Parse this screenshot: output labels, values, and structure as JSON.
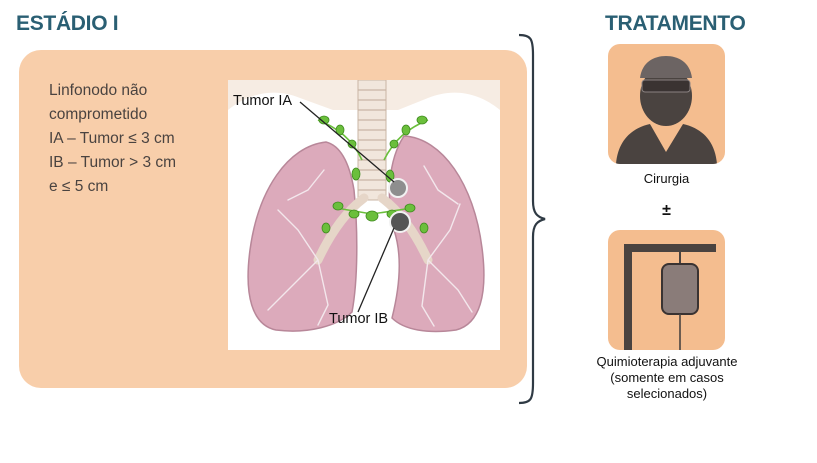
{
  "colors": {
    "heading": "#2a5f73",
    "panel": "#f8ceaa",
    "card": "#f4bd8f",
    "text": "#4a4340",
    "brace": "#2f3a44",
    "lung": "#d9a8b8",
    "lymph": "#6bbf3c"
  },
  "stage": {
    "title": "ESTÁDIO I",
    "desc_lines": [
      "Linfonodo não",
      "comprometido",
      "IA – Tumor ≤ 3 cm",
      "IB – Tumor > 3 cm",
      "e ≤ 5 cm"
    ],
    "tumor_ia_label": "Tumor IA",
    "tumor_ib_label": "Tumor IB"
  },
  "treatment": {
    "title": "TRATAMENTO",
    "surgery_label": "Cirurgia",
    "plus_minus": "±",
    "chemo_lines": [
      "Quimioterapia adjuvante",
      "(somente em casos",
      "selecionados)"
    ],
    "surgery_icon": "surgeon-icon",
    "chemo_icon": "iv-bag-icon"
  }
}
